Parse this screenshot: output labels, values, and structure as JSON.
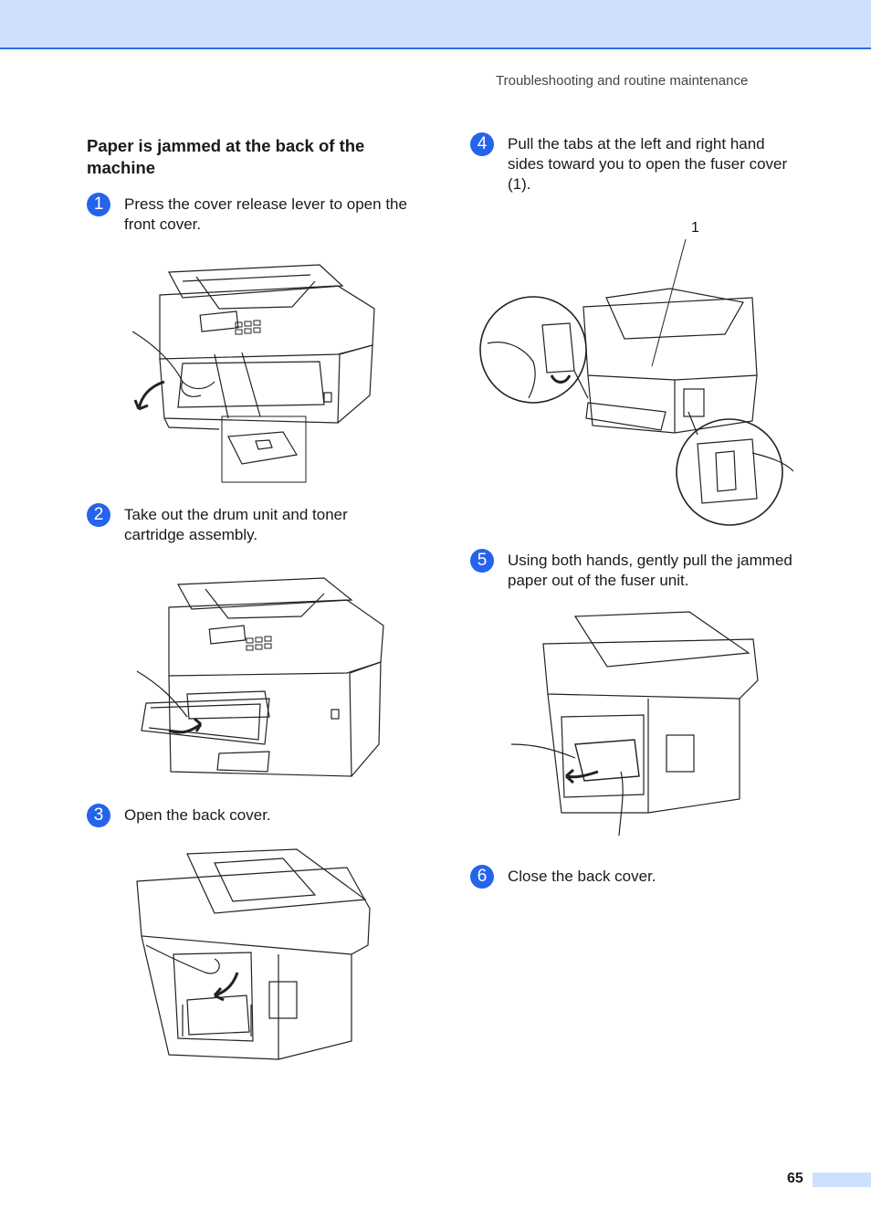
{
  "header": {
    "running_head": "Troubleshooting and routine maintenance"
  },
  "section": {
    "title": "Paper is jammed at the back of the machine"
  },
  "steps": [
    {
      "number": "1",
      "text": "Press the cover release lever to open the front cover."
    },
    {
      "number": "2",
      "text": "Take out the drum unit and toner cartridge assembly."
    },
    {
      "number": "3",
      "text": "Open the back cover."
    },
    {
      "number": "4",
      "text": " Pull the tabs at the left and right hand sides toward you to open the fuser cover (1)."
    },
    {
      "number": "5",
      "text": "Using both hands, gently pull the jammed paper out of the fuser unit."
    },
    {
      "number": "6",
      "text": "Close the back cover."
    }
  ],
  "figures": {
    "step4_callout": "1"
  },
  "footer": {
    "page_number": "65"
  },
  "colors": {
    "accent": "#2563eb",
    "band": "#cfe0ff",
    "band_line": "#2f6fe0"
  }
}
